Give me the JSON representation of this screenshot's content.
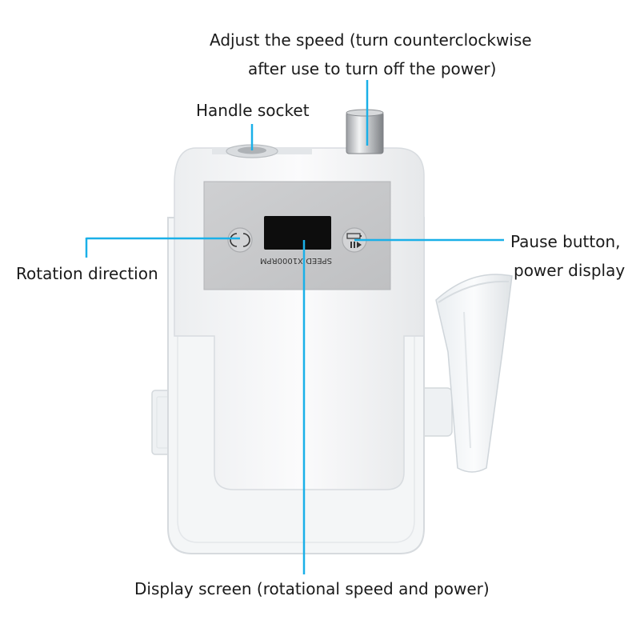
{
  "labels": {
    "speed_line1": "Adjust the speed (turn counterclockwise",
    "speed_line2": "after use to turn off the power)",
    "handle_socket": "Handle socket",
    "rotation_direction": "Rotation direction",
    "pause_line1": "Pause button,",
    "pause_line2": "power display",
    "display_screen": "Display screen (rotational speed and power)"
  },
  "panel": {
    "speed_text": "SPEED:X1000RPM"
  },
  "colors": {
    "callout": "#1ab0e8",
    "panel": "#c8c9cb",
    "screen": "#0d0d0d",
    "body": "#f5f6f7",
    "outline": "#dadde0"
  }
}
